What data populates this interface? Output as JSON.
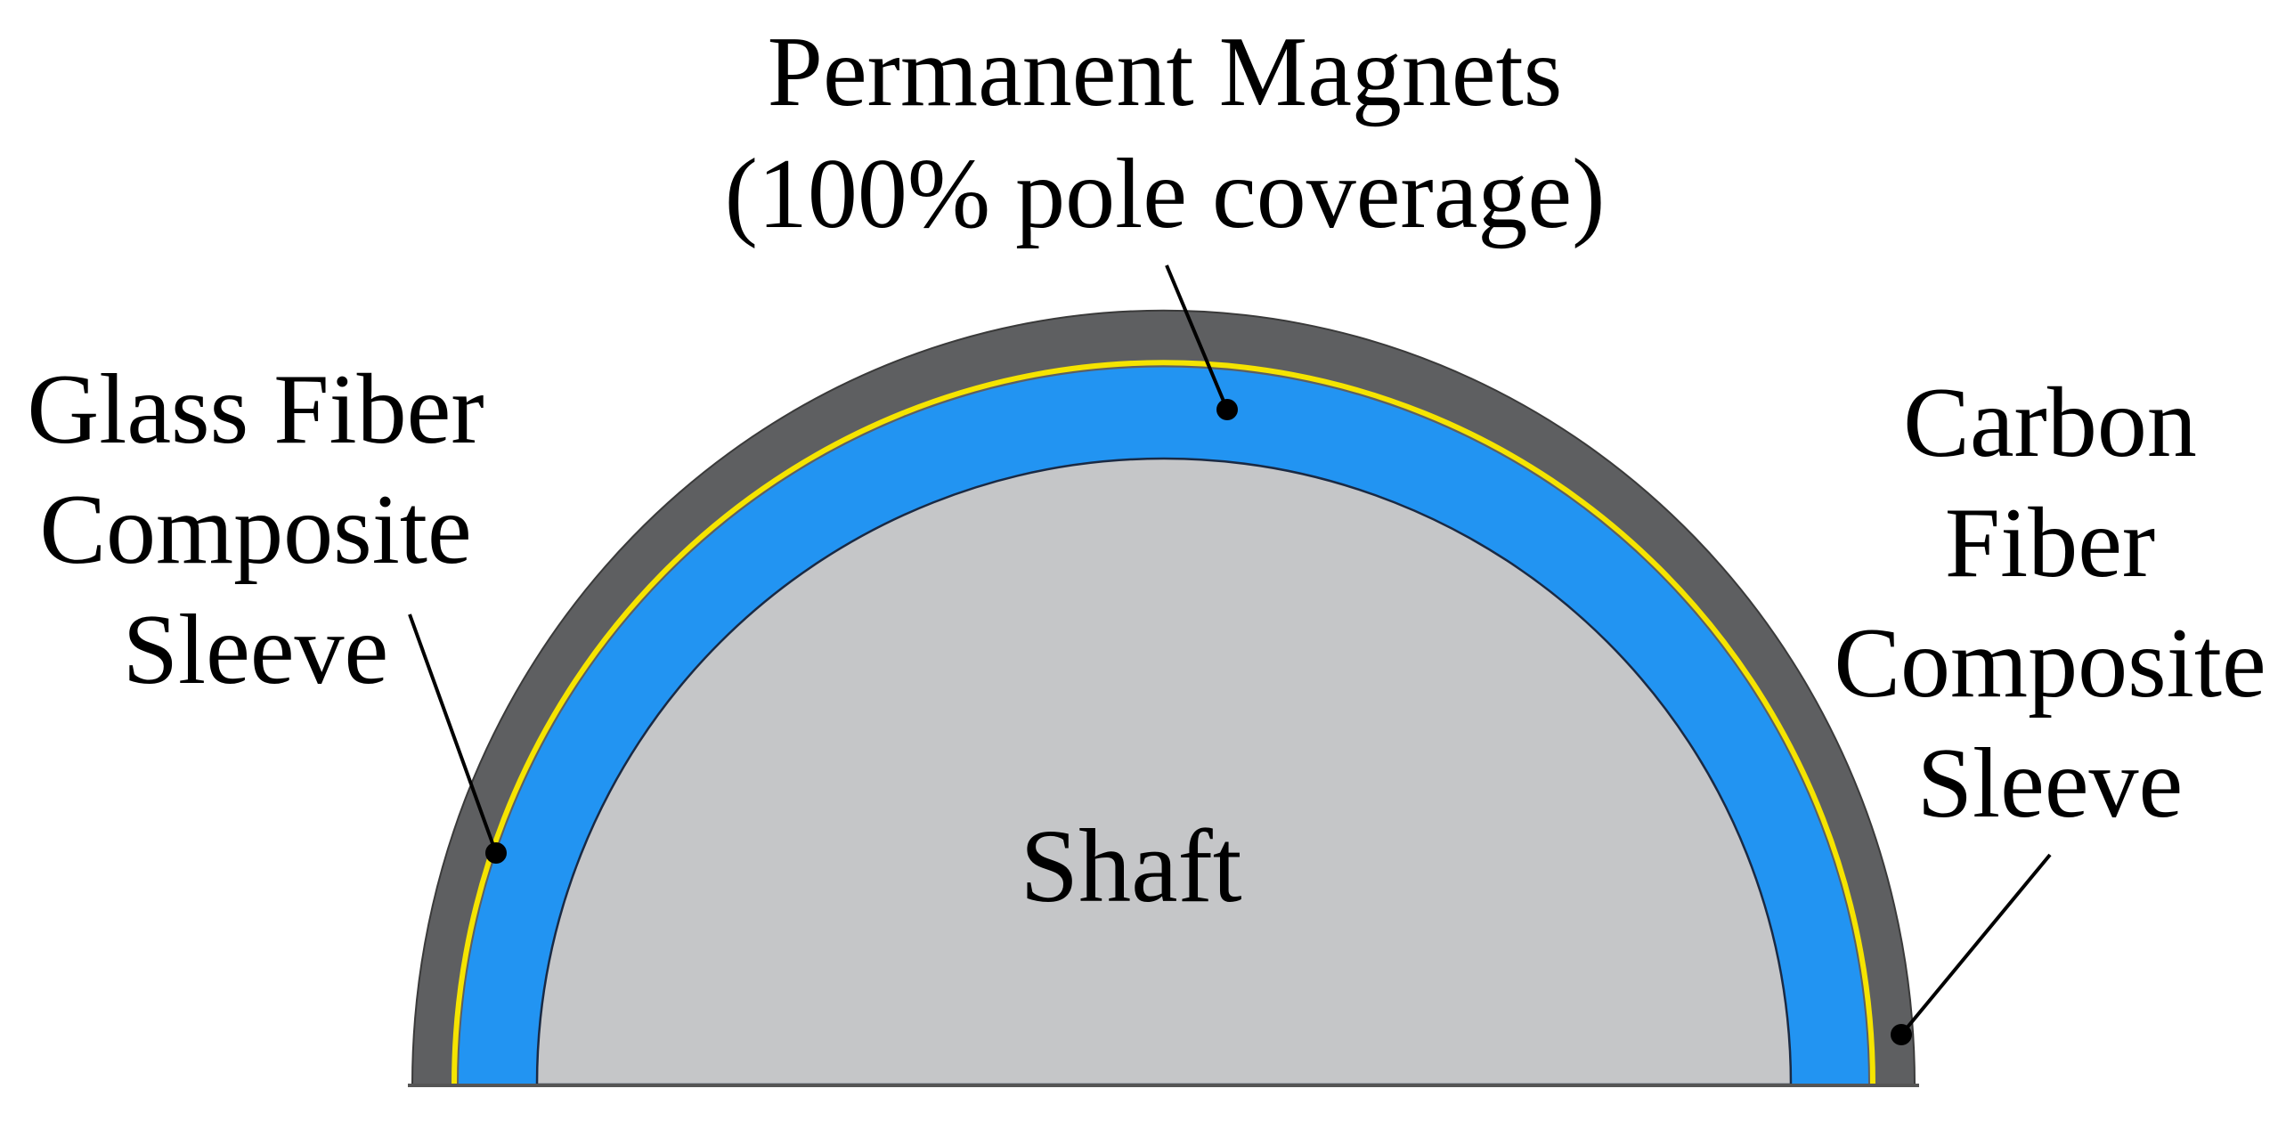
{
  "labels": {
    "magnets": {
      "line1": "Permanent Magnets",
      "line2": "(100% pole coverage)"
    },
    "glass_sleeve": {
      "line1": "Glass Fiber",
      "line2": "Composite",
      "line3": "Sleeve"
    },
    "carbon_sleeve": {
      "line1": "Carbon",
      "line2": "Fiber",
      "line3": "Composite",
      "line4": "Sleeve"
    },
    "shaft": "Shaft"
  },
  "colors": {
    "outer_sleeve": "#5e5f61",
    "inner_sleeve_line": "#f5e400",
    "magnets": "#2294f2",
    "shaft": "#c5c6c8",
    "outline": "#1a2a44",
    "leader": "#000000"
  }
}
